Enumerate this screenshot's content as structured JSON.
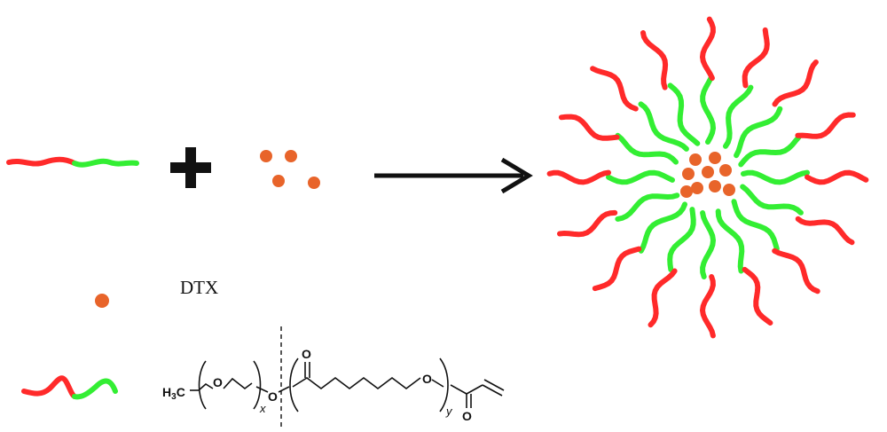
{
  "legend": {
    "drug_label": "DTX"
  },
  "formula": {
    "h3c": "H",
    "h3c_sub": "3",
    "h3c_c": "C",
    "o1": "O",
    "o2": "O",
    "o3": "O",
    "o_carbonyl_top": "O",
    "o_carbonyl_bottom": "O",
    "sub_x": "x",
    "sub_y": "y"
  },
  "colors": {
    "hydrophobic": "#ff2a2a",
    "hydrophilic": "#33ee33",
    "drug": "#e8642a",
    "ink": "#111111"
  },
  "micelle": {
    "arm_count": 16,
    "core_particle_count": 9
  }
}
